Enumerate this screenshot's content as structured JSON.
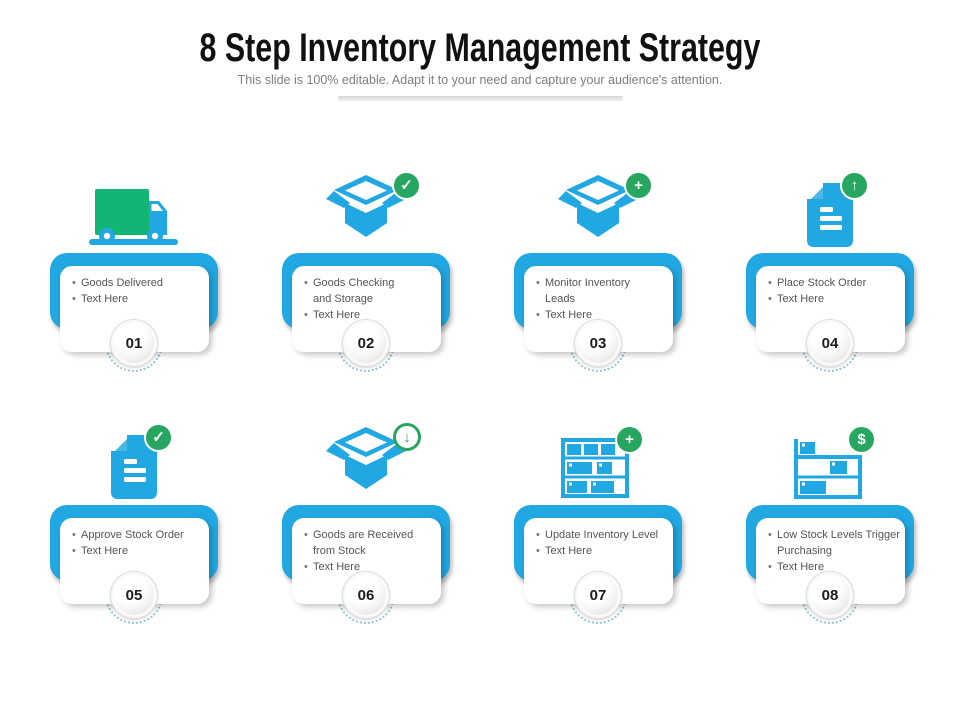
{
  "header": {
    "title": "8 Step Inventory Management Strategy",
    "subtitle": "This slide is 100% editable. Adapt it to your need and capture your audience's attention."
  },
  "colors": {
    "accent_blue": "#21a7e2",
    "truck_green": "#12b573",
    "badge_green": "#27a661",
    "text_gray": "#555555",
    "subtitle_gray": "#7e7e7e"
  },
  "steps": [
    {
      "number": "01",
      "icon": "delivery-truck",
      "badge_icon": "",
      "badge_glyph": "",
      "bullets": [
        "Goods Delivered",
        "Text Here"
      ]
    },
    {
      "number": "02",
      "icon": "open-box",
      "badge_icon": "check-circle",
      "badge_glyph": "✓",
      "bullets": [
        "Goods Checking and Storage",
        "Text Here"
      ]
    },
    {
      "number": "03",
      "icon": "open-box",
      "badge_icon": "plus-circle",
      "badge_glyph": "+",
      "bullets": [
        "Monitor Inventory Leads",
        "Text Here"
      ]
    },
    {
      "number": "04",
      "icon": "document",
      "badge_icon": "arrow-up-circle",
      "badge_glyph": "↑",
      "bullets": [
        "Place Stock Order",
        "Text Here"
      ]
    },
    {
      "number": "05",
      "icon": "document",
      "badge_icon": "check-circle",
      "badge_glyph": "✓",
      "bullets": [
        "Approve Stock Order",
        "Text Here"
      ]
    },
    {
      "number": "06",
      "icon": "open-box",
      "badge_icon": "arrow-down-circle",
      "badge_glyph": "↓",
      "bullets": [
        "Goods are Received from Stock",
        "Text Here"
      ]
    },
    {
      "number": "07",
      "icon": "shelf-full",
      "badge_icon": "plus-circle",
      "badge_glyph": "+",
      "bullets": [
        "Update Inventory Level",
        "Text Here"
      ]
    },
    {
      "number": "08",
      "icon": "shelf-low",
      "badge_icon": "dollar-circle",
      "badge_glyph": "$",
      "bullets": [
        "Low Stock Levels Trigger Purchasing",
        "Text Here"
      ]
    }
  ]
}
